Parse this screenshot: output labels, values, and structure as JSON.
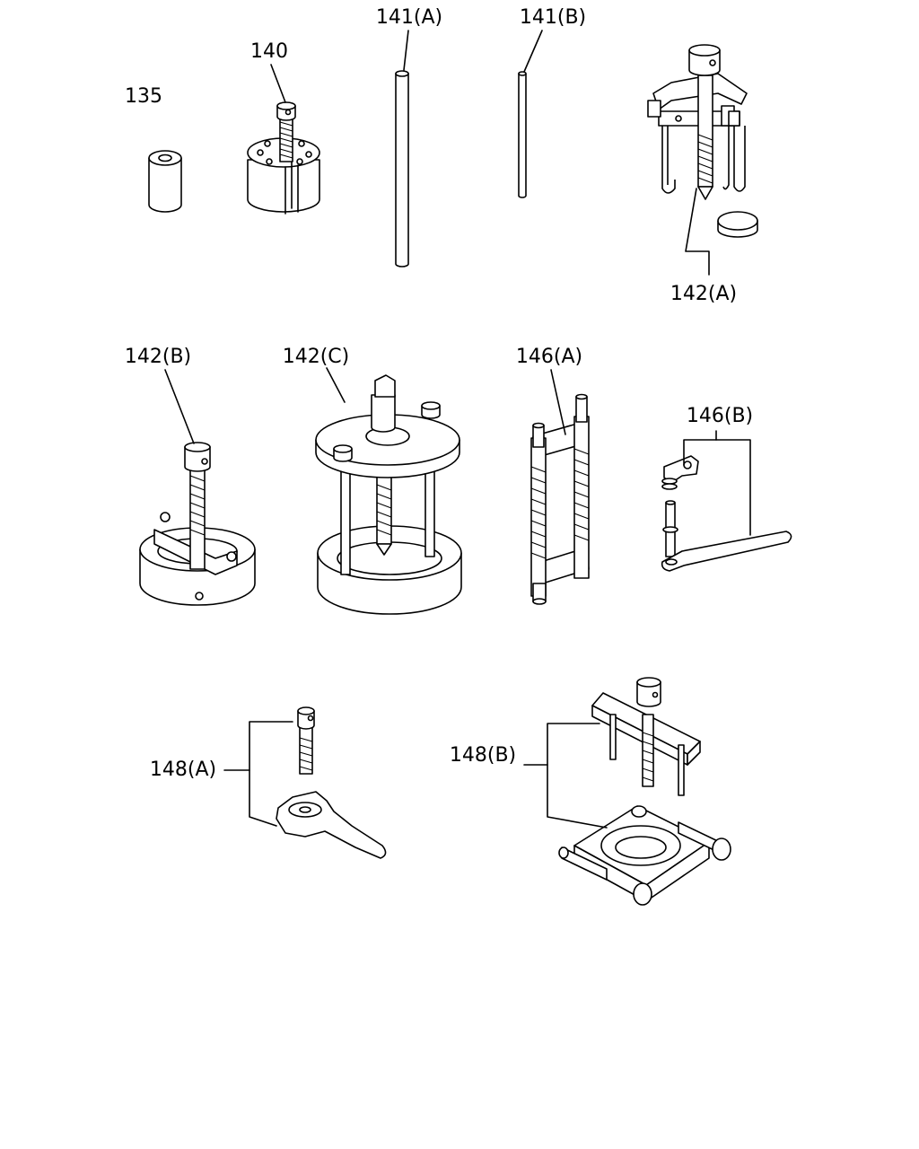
{
  "diagram": {
    "labels": {
      "p135": "135",
      "p140": "140",
      "p141a": "141(A)",
      "p141b": "141(B)",
      "p142a": "142(A)",
      "p142b": "142(B)",
      "p142c": "142(C)",
      "p146a": "146(A)",
      "p146b": "146(B)",
      "p148a": "148(A)",
      "p148b": "148(B)"
    },
    "colors": {
      "line": "#000000",
      "background": "#ffffff"
    }
  }
}
